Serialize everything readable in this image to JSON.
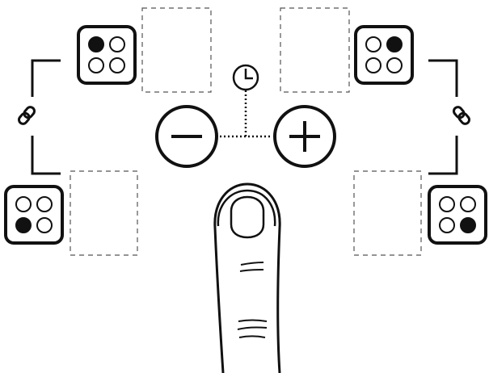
{
  "diagram": {
    "description_visible_text": "",
    "colors": {
      "stroke": "#111111",
      "background": "#ffffff",
      "dashed": "#555555"
    },
    "zones": [
      {
        "name": "top-left",
        "active_burner": "top-left"
      },
      {
        "name": "top-right",
        "active_burner": "top-right"
      },
      {
        "name": "bottom-left",
        "active_burner": "bottom-left"
      },
      {
        "name": "bottom-right",
        "active_burner": "bottom-right"
      }
    ],
    "controls": [
      {
        "name": "minus-button",
        "symbol": "minus"
      },
      {
        "name": "plus-button",
        "symbol": "plus"
      },
      {
        "name": "timer-icon",
        "symbol": "clock"
      }
    ],
    "icons": [
      "link-icon",
      "link-icon",
      "clock-icon",
      "finger-icon"
    ]
  }
}
